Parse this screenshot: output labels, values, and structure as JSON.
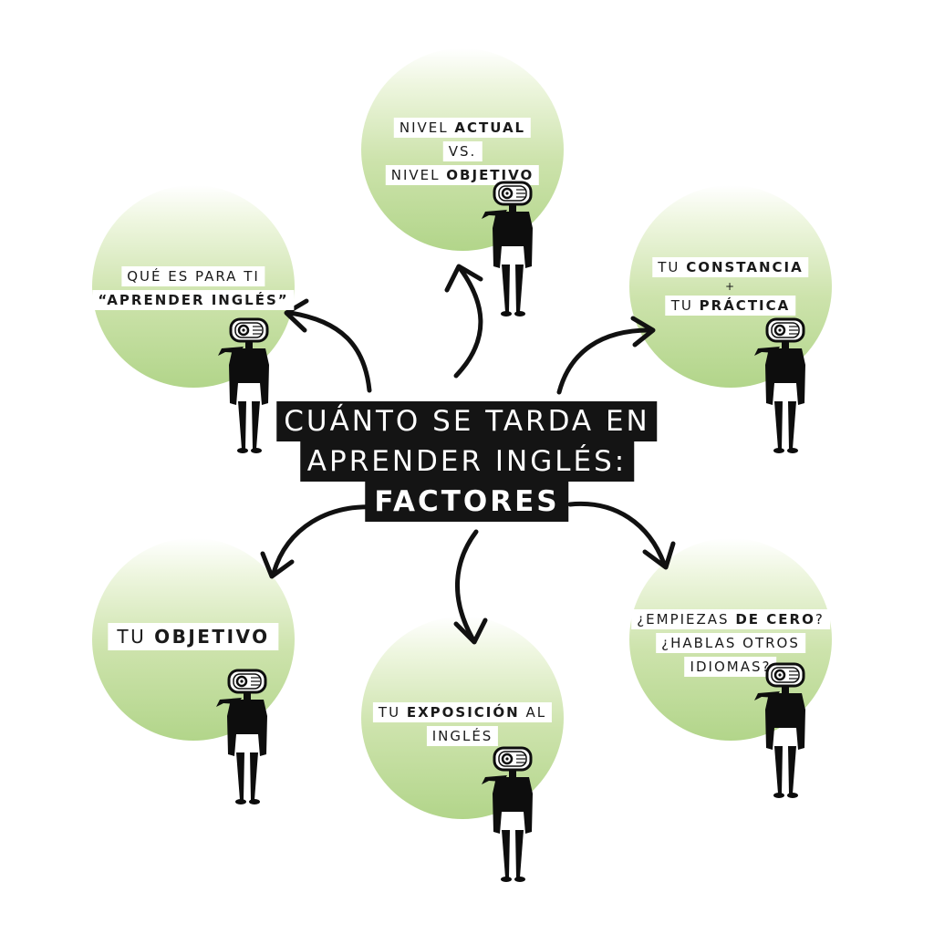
{
  "title": {
    "line1": "CUÁNTO SE TARDA EN",
    "line2": "APRENDER INGLÉS:",
    "line3": "FACTORES"
  },
  "factors": {
    "top": {
      "line1_a": "NIVEL ",
      "line1_b": "ACTUAL",
      "line2": "VS.",
      "line3_a": "NIVEL ",
      "line3_b": "OBJETIVO"
    },
    "upper_left": {
      "line1": "QUÉ ES PARA TI",
      "line2": "“APRENDER INGLÉS”"
    },
    "upper_right": {
      "line1_a": "TU ",
      "line1_b": "CONSTANCIA",
      "line2": "+",
      "line3_a": "TU ",
      "line3_b": "PRÁCTICA"
    },
    "lower_left": {
      "line1_a": "TU ",
      "line1_b": "OBJETIVO"
    },
    "bottom": {
      "line1_a": "TU ",
      "line1_b": "EXPOSICIÓN",
      "line1_c": " AL",
      "line2": "INGLÉS"
    },
    "lower_right": {
      "line1_a": "¿EMPIEZAS ",
      "line1_b": "DE CERO",
      "line1_c": "?",
      "line2": "¿HABLAS OTROS",
      "line3": "IDIOMAS?"
    }
  },
  "colors": {
    "circle_green": "#b2d58a",
    "title_background": "#141414",
    "arrow": "#111111",
    "figure": "#0d0d0d"
  },
  "icons": {
    "arrow": "curved-arrow",
    "figure": "camera-headed-figure"
  }
}
